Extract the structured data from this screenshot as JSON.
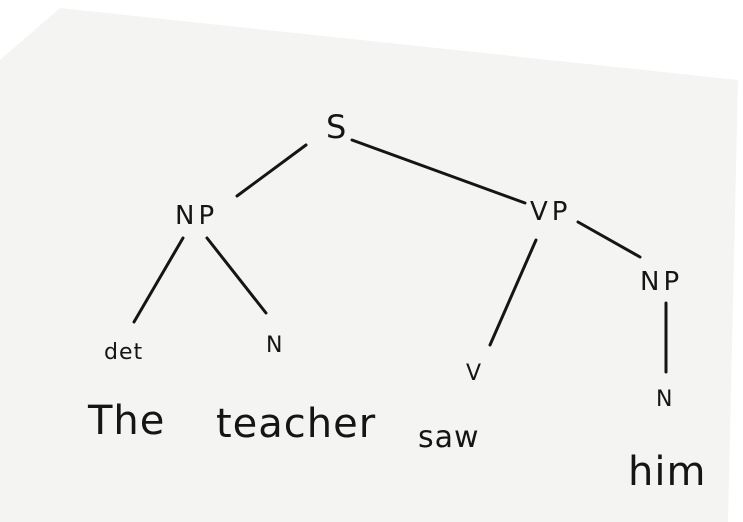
{
  "tree": {
    "root": "S",
    "nodes": {
      "np_subject": "NP",
      "vp": "VP",
      "det": "det",
      "n_subject": "N",
      "v": "V",
      "np_object": "NP",
      "n_object": "N"
    },
    "words": {
      "the": "The",
      "teacher": "teacher",
      "saw": "saw",
      "him": "him"
    }
  }
}
